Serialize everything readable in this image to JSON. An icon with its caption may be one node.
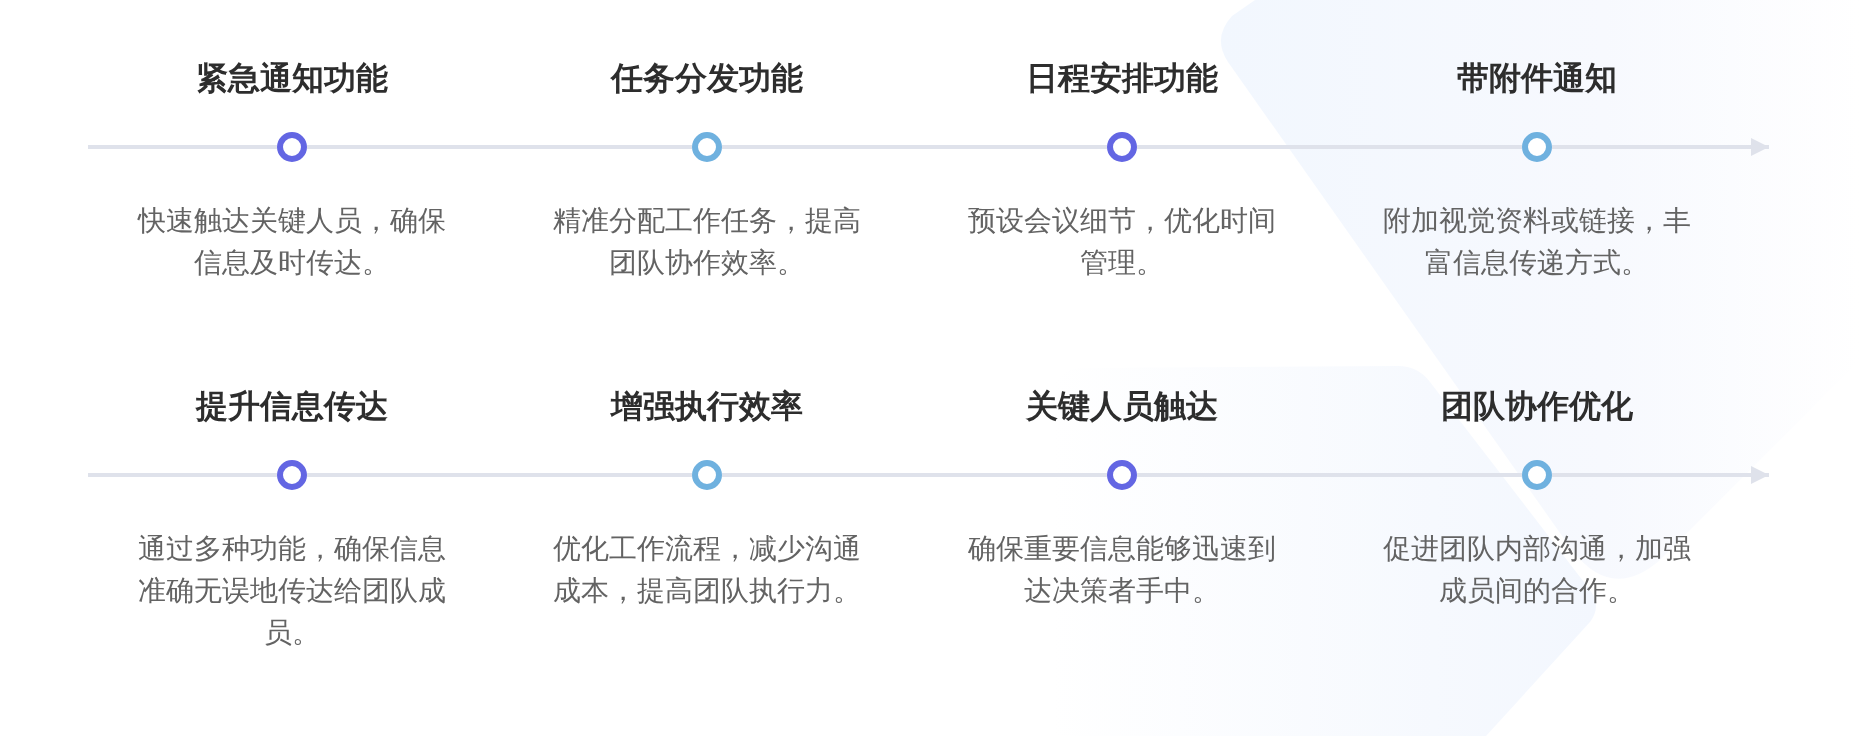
{
  "diagram": {
    "nodes": [
      {
        "text": [
          "紧急通知功能"
        ],
        "beside": [
          "快速触达关键人员，确保信息及时传达。"
        ]
      },
      {
        "text": [
          "任务分发功能"
        ],
        "beside": [
          "精准分配工作任务，提高团队协作效率。"
        ]
      },
      {
        "text": [
          "日程安排功能"
        ],
        "beside": [
          "预设会议细节，优化时间管理。"
        ]
      },
      {
        "text": [
          "带附件通知"
        ],
        "beside": [
          "附加视觉资料或链接，丰富信息传递方式。"
        ]
      },
      {
        "text": [
          "提升信息传达"
        ],
        "beside": [
          "通过多种功能，确保信息准确无误地传达给团队成员。"
        ]
      },
      {
        "text": [
          "增强执行效率"
        ],
        "beside": [
          "优化工作流程，减少沟通成本，提高团队执行力。"
        ]
      },
      {
        "text": [
          "关键人员触达"
        ],
        "beside": [
          "确保重要信息能够迅速到达决策者手中。"
        ]
      },
      {
        "text": [
          "团队协作优化"
        ],
        "beside": [
          "促进团队内部沟通，加强成员间的合作。"
        ]
      }
    ],
    "edges": [
      {
        "from": null,
        "to": 0,
        "arrow": "none"
      },
      {
        "from": 0,
        "to": 1,
        "arrow": "none"
      },
      {
        "from": 1,
        "to": 2,
        "arrow": "none"
      },
      {
        "from": 2,
        "to": 3,
        "arrow": "none"
      },
      {
        "from": 3,
        "to": null,
        "arrow": "to"
      },
      {
        "from": null,
        "to": 4,
        "arrow": "none"
      },
      {
        "from": 4,
        "to": 5,
        "arrow": "none"
      },
      {
        "from": 5,
        "to": 6,
        "arrow": "none"
      },
      {
        "from": 6,
        "to": 7,
        "arrow": "none"
      },
      {
        "from": 7,
        "to": null,
        "arrow": "to"
      }
    ]
  }
}
